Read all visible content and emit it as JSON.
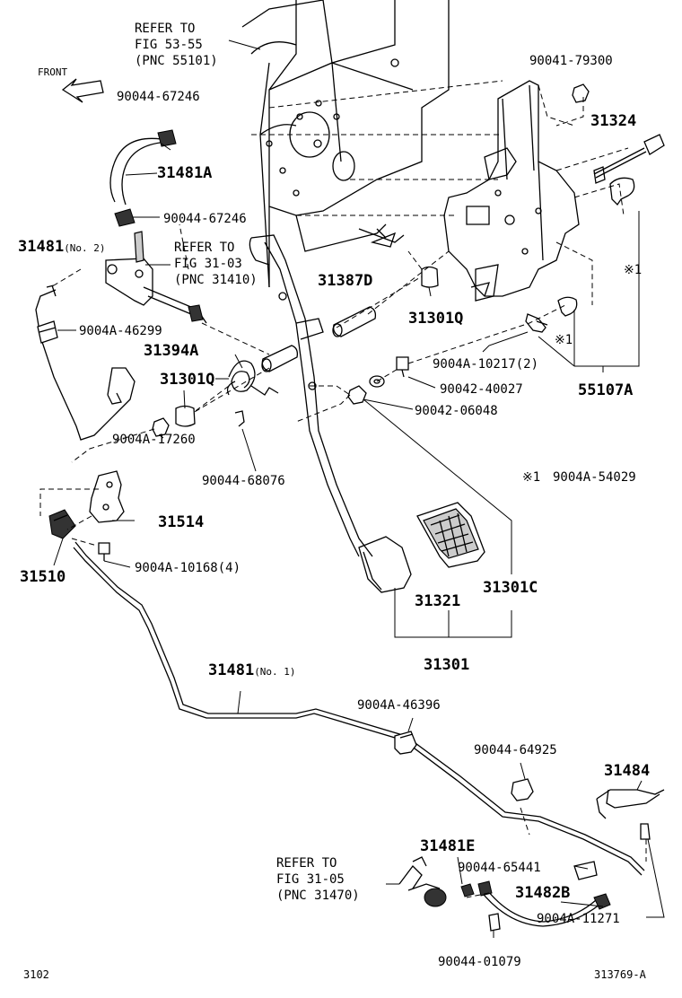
{
  "diagram": {
    "refer_top": {
      "line1": "REFER TO",
      "line2": "FIG 53-55",
      "line3": "(PNC 55101)"
    },
    "front_label": "FRONT",
    "refer_mid": {
      "line1": "REFER TO",
      "line2": "FIG 31-03",
      "line3": "(PNC 31410)"
    },
    "refer_bot": {
      "line1": "REFER TO",
      "line2": "FIG 31-05",
      "line3": "(PNC 31470)"
    },
    "parts": {
      "p90041_79300": "90041-79300",
      "p31324": "31324",
      "p90044_67246_a": "90044-67246",
      "p31481A": "31481A",
      "p90044_67246_b": "90044-67246",
      "p31481_no2": "31481",
      "p31481_no2_suffix": "(No. 2)",
      "p9004A_46299": "9004A-46299",
      "p31387D": "31387D",
      "p31301Q_a": "31301Q",
      "p31394A": "31394A",
      "p31301Q_b": "31301Q",
      "mark1_a": "※1",
      "mark1_b": "※1",
      "p9004A_10217": "9004A-10217(2)",
      "p90042_40027": "90042-40027",
      "p55107A": "55107A",
      "p90042_06048": "90042-06048",
      "p9004A_17260": "9004A-17260",
      "p90044_68076": "90044-68076",
      "note_mark": "※1",
      "note_part": "9004A-54029",
      "p31514": "31514",
      "p31510": "31510",
      "p9004A_10168": "9004A-10168(4)",
      "p31321": "31321",
      "p31301C": "31301C",
      "p31301": "31301",
      "p31481_no1": "31481",
      "p31481_no1_suffix": "(No. 1)",
      "p9004A_46396": "9004A-46396",
      "p90044_64925": "90044-64925",
      "p31484": "31484",
      "p31481E": "31481E",
      "p90044_65441": "90044-65441",
      "p31482B": "31482B",
      "p9004A_11271": "9004A-11271",
      "p90044_01079": "90044-01079"
    },
    "footer_left": "3102",
    "footer_right": "313769-A"
  }
}
